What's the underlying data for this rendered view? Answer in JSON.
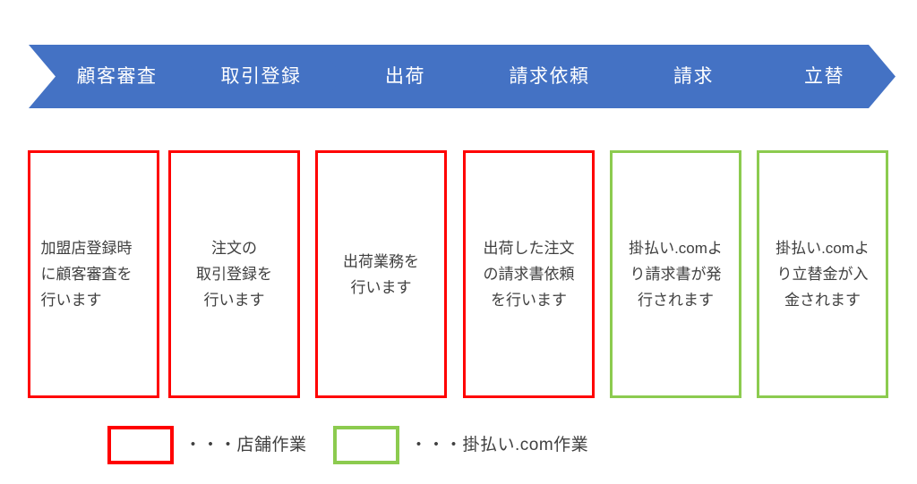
{
  "colors": {
    "chevron_blue": "#4472C4",
    "store_red": "#FF0000",
    "service_green": "#8CCB4F",
    "text_gray": "#404040",
    "chevron_text": "#FFFFFF",
    "background": "#FFFFFF"
  },
  "process": {
    "steps": [
      {
        "label": "顧客審査"
      },
      {
        "label": "取引登録"
      },
      {
        "label": "出荷"
      },
      {
        "label": "請求依頼"
      },
      {
        "label": "請求"
      },
      {
        "label": "立替"
      }
    ]
  },
  "details": {
    "boxes": [
      {
        "text": "加盟店登録時に顧客審査を行います",
        "owner": "store",
        "align": "left"
      },
      {
        "text": "注文の\n取引登録を\n行います",
        "owner": "store",
        "align": "center"
      },
      {
        "text": "出荷業務を\n行います",
        "owner": "store",
        "align": "center"
      },
      {
        "text": "出荷した注文の請求書依頼を行います",
        "owner": "store",
        "align": "center"
      },
      {
        "text": "掛払い.comより請求書が発行されます",
        "owner": "service",
        "align": "center"
      },
      {
        "text": "掛払い.comより立替金が入金されます",
        "owner": "service",
        "align": "center"
      }
    ]
  },
  "legend": {
    "items": [
      {
        "label": "・・・店舗作業",
        "owner": "store"
      },
      {
        "label": "・・・掛払い.com作業",
        "owner": "service"
      }
    ]
  }
}
